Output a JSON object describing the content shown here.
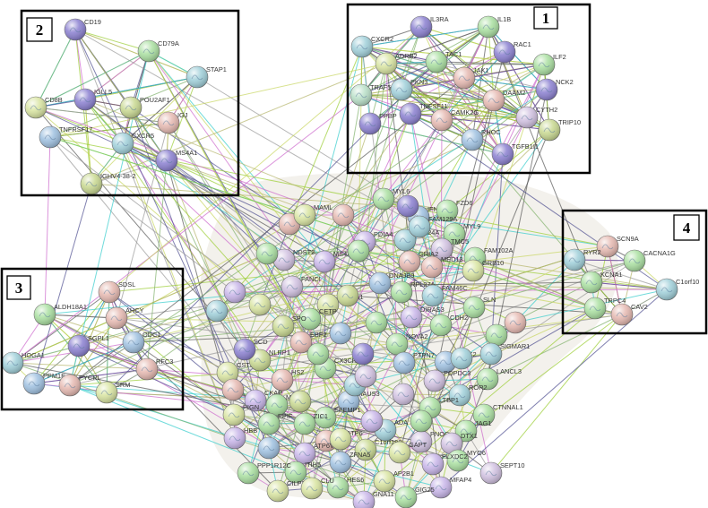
{
  "colors": {
    "edge_palette": [
      "#9acd32",
      "#c8d560",
      "#b5b56b",
      "#cc66cc",
      "#4b4b8f",
      "#33cccc",
      "#7fb069",
      "#999999",
      "#555555"
    ],
    "node_palette": [
      "#a9dfa0",
      "#c7b4e8",
      "#9fcfd9",
      "#e5b8b0",
      "#d8e4a0",
      "#8a7fd0",
      "#b9e0c8",
      "#d0c0e0",
      "#9ec0e0",
      "#c8d890"
    ],
    "cluster_box": "#000000",
    "background_blob": "#f2f0ea"
  },
  "clusters": [
    {
      "number": "1"
    },
    {
      "number": "2"
    },
    {
      "number": "3"
    },
    {
      "number": "4"
    }
  ],
  "nodes": [
    {
      "label": "CD19",
      "color": "#8a7fd0"
    },
    {
      "label": "CD79A",
      "color": "#a9dfa0"
    },
    {
      "label": "STAP1",
      "color": "#9fcfd9"
    },
    {
      "label": "IGLL5",
      "color": "#8a7fd0"
    },
    {
      "label": "POU2AF1",
      "color": "#c8d890"
    },
    {
      "label": "IGJ",
      "color": "#e5b8b0"
    },
    {
      "label": "CD8B",
      "color": "#d8e4a0"
    },
    {
      "label": "TNFRSF17",
      "color": "#9ec0e0"
    },
    {
      "label": "CXCR5",
      "color": "#9fcfd9"
    },
    {
      "label": "MS4A1",
      "color": "#8a7fd0"
    },
    {
      "label": "IGHV4-38-2",
      "color": "#c8d890"
    },
    {
      "label": "IL3RA",
      "color": "#8a7fd0"
    },
    {
      "label": "IL1B",
      "color": "#a9dfa0"
    },
    {
      "label": "CXCR2",
      "color": "#9fcfd9"
    },
    {
      "label": "RAC1",
      "color": "#8a7fd0"
    },
    {
      "label": "ILF2",
      "color": "#a9dfa0"
    },
    {
      "label": "ADRB2",
      "color": "#d8e4a0"
    },
    {
      "label": "TAC1",
      "color": "#a9dfa0"
    },
    {
      "label": "JAK1",
      "color": "#e5b8b0"
    },
    {
      "label": "NCK2",
      "color": "#8a7fd0"
    },
    {
      "label": "TRAF5",
      "color": "#b9e0c8"
    },
    {
      "label": "PKN3",
      "color": "#9fcfd9"
    },
    {
      "label": "DAAM2",
      "color": "#e5b8b0"
    },
    {
      "label": "CYTH2",
      "color": "#d0c0e0"
    },
    {
      "label": "TRIP10",
      "color": "#c8d890"
    },
    {
      "label": "PPBP",
      "color": "#8a7fd0"
    },
    {
      "label": "TNFSF11",
      "color": "#8a7fd0"
    },
    {
      "label": "CAMK2G",
      "color": "#e5b8b0"
    },
    {
      "label": "RHOC",
      "color": "#9ec0e0"
    },
    {
      "label": "TGFB1I1",
      "color": "#8a7fd0"
    },
    {
      "label": "SDSL",
      "color": "#e5b8b0"
    },
    {
      "label": "ALDH18A1",
      "color": "#a9dfa0"
    },
    {
      "label": "AHCY",
      "color": "#e5b8b0"
    },
    {
      "label": "SGPL1",
      "color": "#8a7fd0"
    },
    {
      "label": "ODC1",
      "color": "#9ec0e0"
    },
    {
      "label": "HOGA1",
      "color": "#9fcfd9"
    },
    {
      "label": "PPM1E",
      "color": "#9ec0e0"
    },
    {
      "label": "PYCRL",
      "color": "#e5b8b0"
    },
    {
      "label": "RFC3",
      "color": "#e5b8b0"
    },
    {
      "label": "SRM",
      "color": "#d8e4a0"
    },
    {
      "label": "SCN9A",
      "color": "#e5b8b0"
    },
    {
      "label": "RYR2",
      "color": "#9fcfd9"
    },
    {
      "label": "CACNA1G",
      "color": "#a9dfa0"
    },
    {
      "label": "KCNA1",
      "color": "#a9dfa0"
    },
    {
      "label": "C1orf10",
      "color": "#9fcfd9"
    },
    {
      "label": "TRPC4",
      "color": "#a9dfa0"
    },
    {
      "label": "CAV2",
      "color": "#e5b8b0"
    },
    {
      "label": "MYL6",
      "color": "#a9dfa0"
    },
    {
      "label": "IFNE",
      "color": "#9ec0e0"
    },
    {
      "label": "FZD6",
      "color": "#a9dfa0"
    },
    {
      "label": "MYL9",
      "color": "#a9dfa0"
    },
    {
      "label": "MSX2",
      "color": "#e5b8b0"
    },
    {
      "label": "SEC24A",
      "color": "#9fcfd9"
    },
    {
      "label": "FAM129A",
      "color": "#9fcfd9"
    },
    {
      "label": "TMC5",
      "color": "#d0c0e0"
    },
    {
      "label": "FAM102A",
      "color": "#a9dfa0"
    },
    {
      "label": "GRB10",
      "color": "#d8e4a0"
    },
    {
      "label": "NDST2",
      "color": "#d0c0e0"
    },
    {
      "label": "PDIA4",
      "color": "#c7b4e8"
    },
    {
      "label": "GRIA2",
      "color": "#e5b8b0"
    },
    {
      "label": "MED13",
      "color": "#e5b8b0"
    },
    {
      "label": "FANCI",
      "color": "#d0c0e0"
    },
    {
      "label": "MS4A2",
      "color": "#c7b4e8"
    },
    {
      "label": "DNAJB9",
      "color": "#9ec0e0"
    },
    {
      "label": "RPL27A",
      "color": "#a9dfa0"
    },
    {
      "label": "MAN2A1",
      "color": "#d8e4a0"
    },
    {
      "label": "CETP",
      "color": "#a9dfa0"
    },
    {
      "label": "FAM46C",
      "color": "#9fcfd9"
    },
    {
      "label": "SLN",
      "color": "#a9dfa0"
    },
    {
      "label": "DIRAS3",
      "color": "#c7b4e8"
    },
    {
      "label": "CDH2",
      "color": "#a9dfa0"
    },
    {
      "label": "HM2",
      "color": "#a9dfa0"
    },
    {
      "label": "SPO",
      "color": "#c8d890"
    },
    {
      "label": "SIGMAR1",
      "color": "#9fcfd9"
    },
    {
      "label": "CST3",
      "color": "#d8e4a0"
    },
    {
      "label": "EBF2",
      "color": "#e5b8b0"
    },
    {
      "label": "NOVA2",
      "color": "#a9dfa0"
    },
    {
      "label": "PTPN7",
      "color": "#9ec0e0"
    },
    {
      "label": "KCNK2",
      "color": "#9ec0e0"
    },
    {
      "label": "LANCL3",
      "color": "#a9dfa0"
    },
    {
      "label": "NLRP1",
      "color": "#c8d890"
    },
    {
      "label": "HS2",
      "color": "#e5b8b0"
    },
    {
      "label": "SCD",
      "color": "#8a7fd0"
    },
    {
      "label": "CX3CR1",
      "color": "#a9dfa0"
    },
    {
      "label": "POPDC3",
      "color": "#d0c0e0"
    },
    {
      "label": "ROR2",
      "color": "#9fcfd9"
    },
    {
      "label": "CKAP",
      "color": "#c7b4e8"
    },
    {
      "label": "MPI",
      "color": "#a9dfa0"
    },
    {
      "label": "LTBP1",
      "color": "#a9dfa0"
    },
    {
      "label": "HAUS3",
      "color": "#9ec0e0"
    },
    {
      "label": "EFEMP1",
      "color": "#a9dfa0"
    },
    {
      "label": "CTNNAL1",
      "color": "#a9dfa0"
    },
    {
      "label": "PIGN",
      "color": "#d8e4a0"
    },
    {
      "label": "ZIC1",
      "color": "#a9dfa0"
    },
    {
      "label": "ADA",
      "color": "#9fcfd9"
    },
    {
      "label": "JAG1",
      "color": "#a9dfa0"
    },
    {
      "label": "MT-ATP6",
      "color": "#e5b8b0"
    },
    {
      "label": "PNOC",
      "color": "#d0c0e0"
    },
    {
      "label": "DTX1",
      "color": "#d0c0e0"
    },
    {
      "label": "PPIF",
      "color": "#a9dfa0"
    },
    {
      "label": "HBB",
      "color": "#c7b4e8"
    },
    {
      "label": "ATP6V0D2",
      "color": "#c7b4e8"
    },
    {
      "label": "C1orf198",
      "color": "#c8d890"
    },
    {
      "label": "GAPT",
      "color": "#d8e4a0"
    },
    {
      "label": "MYO6",
      "color": "#a9dfa0"
    },
    {
      "label": "ITIH5",
      "color": "#a9dfa0"
    },
    {
      "label": "ZFNA5",
      "color": "#9ec0e0"
    },
    {
      "label": "PLXDC2",
      "color": "#c7b4e8"
    },
    {
      "label": "SEPT10",
      "color": "#d0c0e0"
    },
    {
      "label": "PPP1R12C",
      "color": "#a9dfa0"
    },
    {
      "label": "CILP2",
      "color": "#d8e4a0"
    },
    {
      "label": "AP2B1",
      "color": "#d8e4a0"
    },
    {
      "label": "MFAP4",
      "color": "#c7b4e8"
    },
    {
      "label": "HES6",
      "color": "#a9dfa0"
    },
    {
      "label": "GNA11",
      "color": "#c7b4e8"
    },
    {
      "label": "CLU",
      "color": "#d8e4a0"
    },
    {
      "label": "GIG25",
      "color": "#a9dfa0"
    },
    {
      "label": "MAML",
      "color": "#d8e4a0"
    },
    {
      "label": "",
      "color": "#e5b8b0"
    },
    {
      "label": "",
      "color": "#a9dfa0"
    },
    {
      "label": "",
      "color": "#c7b4e8"
    },
    {
      "label": "",
      "color": "#9fcfd9"
    },
    {
      "label": "",
      "color": "#d8e4a0"
    },
    {
      "label": "",
      "color": "#9ec0e0"
    },
    {
      "label": "",
      "color": "#8a7fd0"
    },
    {
      "label": "",
      "color": "#a9dfa0"
    },
    {
      "label": "",
      "color": "#e5b8b0"
    },
    {
      "label": "",
      "color": "#c8d890"
    },
    {
      "label": "",
      "color": "#9fcfd9"
    },
    {
      "label": "",
      "color": "#d0c0e0"
    },
    {
      "label": "",
      "color": "#a9dfa0"
    },
    {
      "label": "",
      "color": "#9ec0e0"
    },
    {
      "label": "",
      "color": "#c7b4e8"
    },
    {
      "label": "",
      "color": "#d8e4a0"
    },
    {
      "label": "",
      "color": "#a9dfa0"
    },
    {
      "label": "",
      "color": "#e5b8b0"
    },
    {
      "label": "",
      "color": "#8a7fd0"
    },
    {
      "label": "",
      "color": "#9fcfd9"
    },
    {
      "label": "",
      "color": "#a9dfa0"
    },
    {
      "label": "",
      "color": "#c8d890"
    },
    {
      "label": "",
      "color": "#d0c0e0"
    },
    {
      "label": "",
      "color": "#9ec0e0"
    }
  ]
}
